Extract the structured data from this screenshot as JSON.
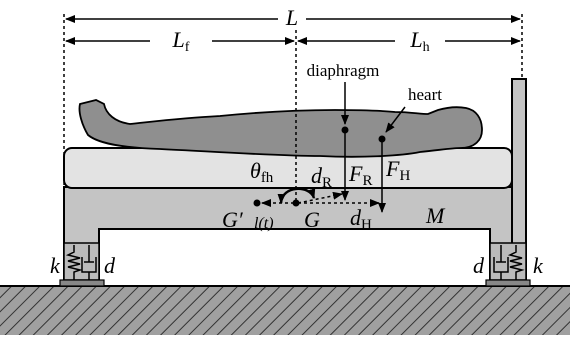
{
  "dimensions": {
    "total": "L",
    "front": "L",
    "front_sub": "f",
    "head": "L",
    "head_sub": "h"
  },
  "labels": {
    "diaphragm": "diaphragm",
    "heart": "heart",
    "theta": "θ",
    "theta_sub": "fh",
    "dR": "d",
    "dR_sub": "R",
    "FR": "F",
    "FR_sub": "R",
    "FH": "F",
    "FH_sub": "H",
    "dH": "d",
    "dH_sub": "H",
    "G_prime": "G′",
    "l_t": "l(t)",
    "G": "G",
    "M": "M",
    "k_left": "k",
    "d_left": "d",
    "d_right": "d",
    "k_right": "k"
  },
  "colors": {
    "body": "#8f8f8f",
    "mattress": "#e3e3e3",
    "frame": "#c4c4c4",
    "foot": "#bbbbbb",
    "ground": "#9a9a9a",
    "line": "#000000"
  }
}
